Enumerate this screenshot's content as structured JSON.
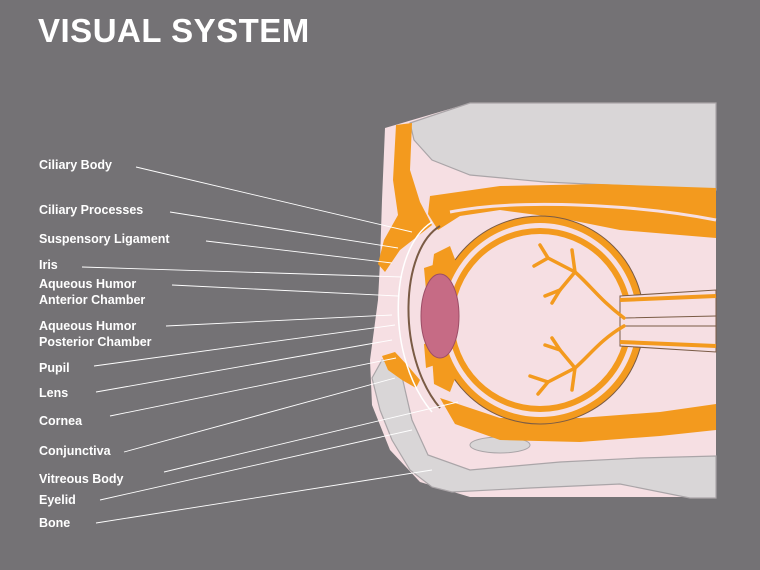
{
  "title": "VISUAL SYSTEM",
  "labels": [
    "Ciliary Body",
    "Ciliary Processes",
    "Suspensory Ligament",
    "Iris",
    "Aqueous Humor",
    "Anterior Chamber",
    "Aqueous Humor",
    "Posterior Chamber",
    "Pupil",
    "Lens",
    "Cornea",
    "Conjunctiva",
    "Vitreous Body",
    "Eyelid",
    "Bone"
  ],
  "colors": {
    "background": "#747275",
    "tissue": "#f6dfe3",
    "orange": "#f39a1e",
    "bone": "#d9d6d7",
    "lens": "#c66b85",
    "leader": "#ffffff"
  }
}
